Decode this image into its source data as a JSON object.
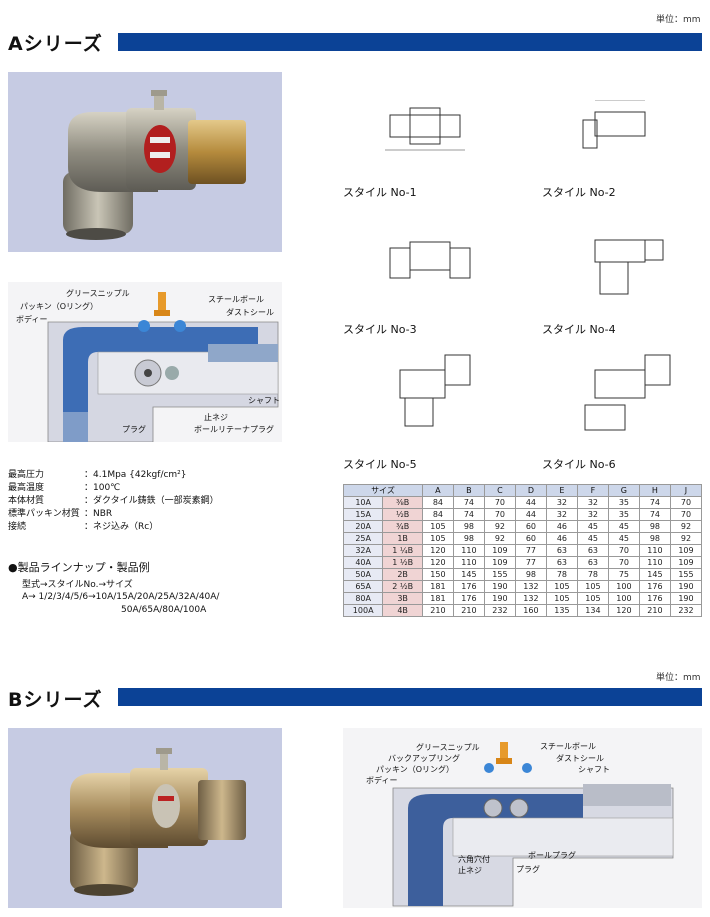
{
  "unit_label": "単位：mm",
  "a_series": {
    "title": "Aシリーズ",
    "cutaway_labels": {
      "grease_nipple": "グリースニップル",
      "packing": "パッキン（Oリング）",
      "body": "ボディー",
      "steel_ball": "スチールボール",
      "dust_seal": "ダストシール",
      "shaft": "シャフト",
      "stop_screw": "止ネジ",
      "plug": "プラグ",
      "ball_retainer_plug": "ボールリテーナプラグ"
    },
    "styles": [
      "スタイル No-1",
      "スタイル No-2",
      "スタイル No-3",
      "スタイル No-4",
      "スタイル No-5",
      "スタイル No-6"
    ],
    "specs": [
      {
        "label": "最高圧力",
        "value": "：4.1Mpa {42kgf/cm²}"
      },
      {
        "label": "最高温度",
        "value": "：100℃"
      },
      {
        "label": "本体材質",
        "value": "：ダクタイル鋳鉄（一部炭素鋼）"
      },
      {
        "label": "標準パッキン材質",
        "value": "：NBR"
      },
      {
        "label": "接続",
        "value": "：ネジ込み（Rc）"
      }
    ],
    "lineup": {
      "title": "●製品ラインナップ・製品例",
      "line1": "型式→スタイルNo.→サイズ",
      "line2": "A→ 1/2/3/4/5/6→10A/15A/20A/25A/32A/40A/",
      "line3": "50A/65A/80A/100A"
    },
    "table": {
      "headers": [
        "サイズ",
        "A",
        "B",
        "C",
        "D",
        "E",
        "F",
        "G",
        "H",
        "J"
      ],
      "rows": [
        [
          "10A",
          "⅜B",
          "84",
          "74",
          "70",
          "44",
          "32",
          "32",
          "35",
          "74",
          "70"
        ],
        [
          "15A",
          "½B",
          "84",
          "74",
          "70",
          "44",
          "32",
          "32",
          "35",
          "74",
          "70"
        ],
        [
          "20A",
          "¾B",
          "105",
          "98",
          "92",
          "60",
          "46",
          "45",
          "45",
          "98",
          "92"
        ],
        [
          "25A",
          "1B",
          "105",
          "98",
          "92",
          "60",
          "46",
          "45",
          "45",
          "98",
          "92"
        ],
        [
          "32A",
          "1 ¼B",
          "120",
          "110",
          "109",
          "77",
          "63",
          "63",
          "70",
          "110",
          "109"
        ],
        [
          "40A",
          "1 ½B",
          "120",
          "110",
          "109",
          "77",
          "63",
          "63",
          "70",
          "110",
          "109"
        ],
        [
          "50A",
          "2B",
          "150",
          "145",
          "155",
          "98",
          "78",
          "78",
          "75",
          "145",
          "155"
        ],
        [
          "65A",
          "2 ½B",
          "181",
          "176",
          "190",
          "132",
          "105",
          "105",
          "100",
          "176",
          "190"
        ],
        [
          "80A",
          "3B",
          "181",
          "176",
          "190",
          "132",
          "105",
          "105",
          "100",
          "176",
          "190"
        ],
        [
          "100A",
          "4B",
          "210",
          "210",
          "232",
          "160",
          "135",
          "134",
          "120",
          "210",
          "232"
        ]
      ]
    }
  },
  "b_series": {
    "title": "Bシリーズ",
    "cutaway_labels": {
      "grease_nipple": "グリースニップル",
      "backup_ring": "バックアップリング",
      "packing": "パッキン（Oリング）",
      "body": "ボディー",
      "steel_ball": "スチールボール",
      "dust_seal": "ダストシール",
      "shaft": "シャフト",
      "hex_socket": "六角穴付",
      "stop_screw": "止ネジ",
      "ball_plug": "ボールプラグ",
      "plug": "プラグ"
    }
  },
  "colors": {
    "accent_bar": "#0b4296",
    "photo_bg": "#c6cbe3",
    "table_header": "#cdd7ea",
    "thread_cell": "#f0d4d4"
  }
}
